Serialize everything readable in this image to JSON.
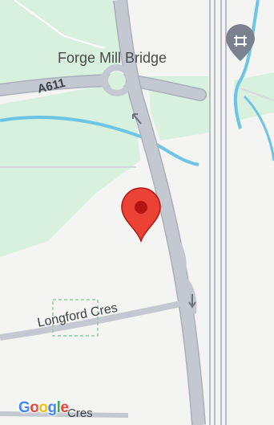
{
  "map": {
    "poi": {
      "name": "Forge Mill Bridge",
      "icon": "bridge-icon"
    },
    "roads": {
      "a611": "A611",
      "longford": "Longford Cres",
      "cres_bottom": "Cres"
    },
    "marker": {
      "icon": "location-pin-icon"
    },
    "attribution": {
      "logo": "Google"
    },
    "colors": {
      "background": "#f2f2f1",
      "green": "#d8f0de",
      "water": "#6dc4e4",
      "road": "#c3c8d1",
      "road_edge": "#aab0bb",
      "rail": "#b8bcc4",
      "pin": "#ea4335",
      "pin_dark": "#b31412",
      "poi_icon": "#7a8290"
    }
  }
}
